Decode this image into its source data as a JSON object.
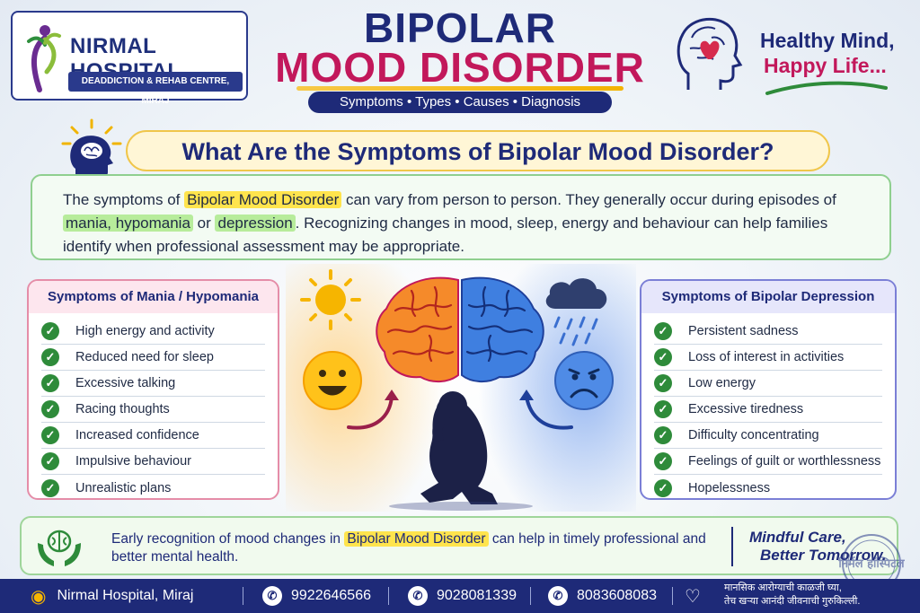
{
  "header": {
    "logo_name": "NIRMAL HOSPITAL",
    "logo_sub": "DEADDICTION & REHAB CENTRE, MIRAJ",
    "title_line1": "BIPOLAR",
    "title_line2": "MOOD DISORDER",
    "subnav": "Symptoms • Types • Causes • Diagnosis",
    "tagline1": "Healthy Mind,",
    "tagline2": "Happy Life..."
  },
  "question": {
    "pre": "What Are the Symptoms of ",
    "highlight": "Bipolar",
    "post": " Mood Disorder?"
  },
  "intro": {
    "t1": "The symptoms of ",
    "hl1": "Bipolar Mood Disorder",
    "t2": " can vary from person to person.  They generally occur during episodes of ",
    "hl2": "mania, hypomania",
    "t3": " or ",
    "hl3": "depression",
    "t4": ". Recognizing changes in mood, sleep, energy and behaviour can help families identify when professional assessment may be appropriate."
  },
  "mania": {
    "heading": "Symptoms of Mania / Hypomania",
    "items": [
      "High energy and activity",
      "Reduced need for sleep",
      "Excessive talking",
      "Racing thoughts",
      "Increased confidence",
      "Impulsive behaviour",
      "Unrealistic plans"
    ]
  },
  "depression": {
    "heading": "Symptoms of Bipolar Depression",
    "items": [
      "Persistent sadness",
      "Loss of interest in activities",
      "Low energy",
      "Excessive tiredness",
      "Difficulty concentrating",
      "Feelings of guilt or worthlessness",
      "Hopelessness"
    ]
  },
  "note": {
    "t1": "Early recognition of mood changes in ",
    "hl": "Bipolar Mood Disorder",
    "t2": "  can help in timely professional and better mental health.",
    "right1": "Mindful Care,",
    "right2": "Better Tomorrow."
  },
  "footer": {
    "location": "Nirmal Hospital, Miraj",
    "phone1": "9922646566",
    "phone2": "9028081339",
    "phone3": "8083608083",
    "marathi1": "मानसिक आरोग्याची काळजी घ्या,",
    "marathi2": "तेच खऱ्या आनंदी जीवनाची गुरुकिल्ली."
  },
  "stamp_text": "निर्मल हॉस्पिटल",
  "colors": {
    "navy": "#1e2a78",
    "magenta": "#c2185b",
    "highlight_yellow": "#ffe44d",
    "highlight_green": "#b7ec9b",
    "check_green": "#2e8b3a"
  }
}
